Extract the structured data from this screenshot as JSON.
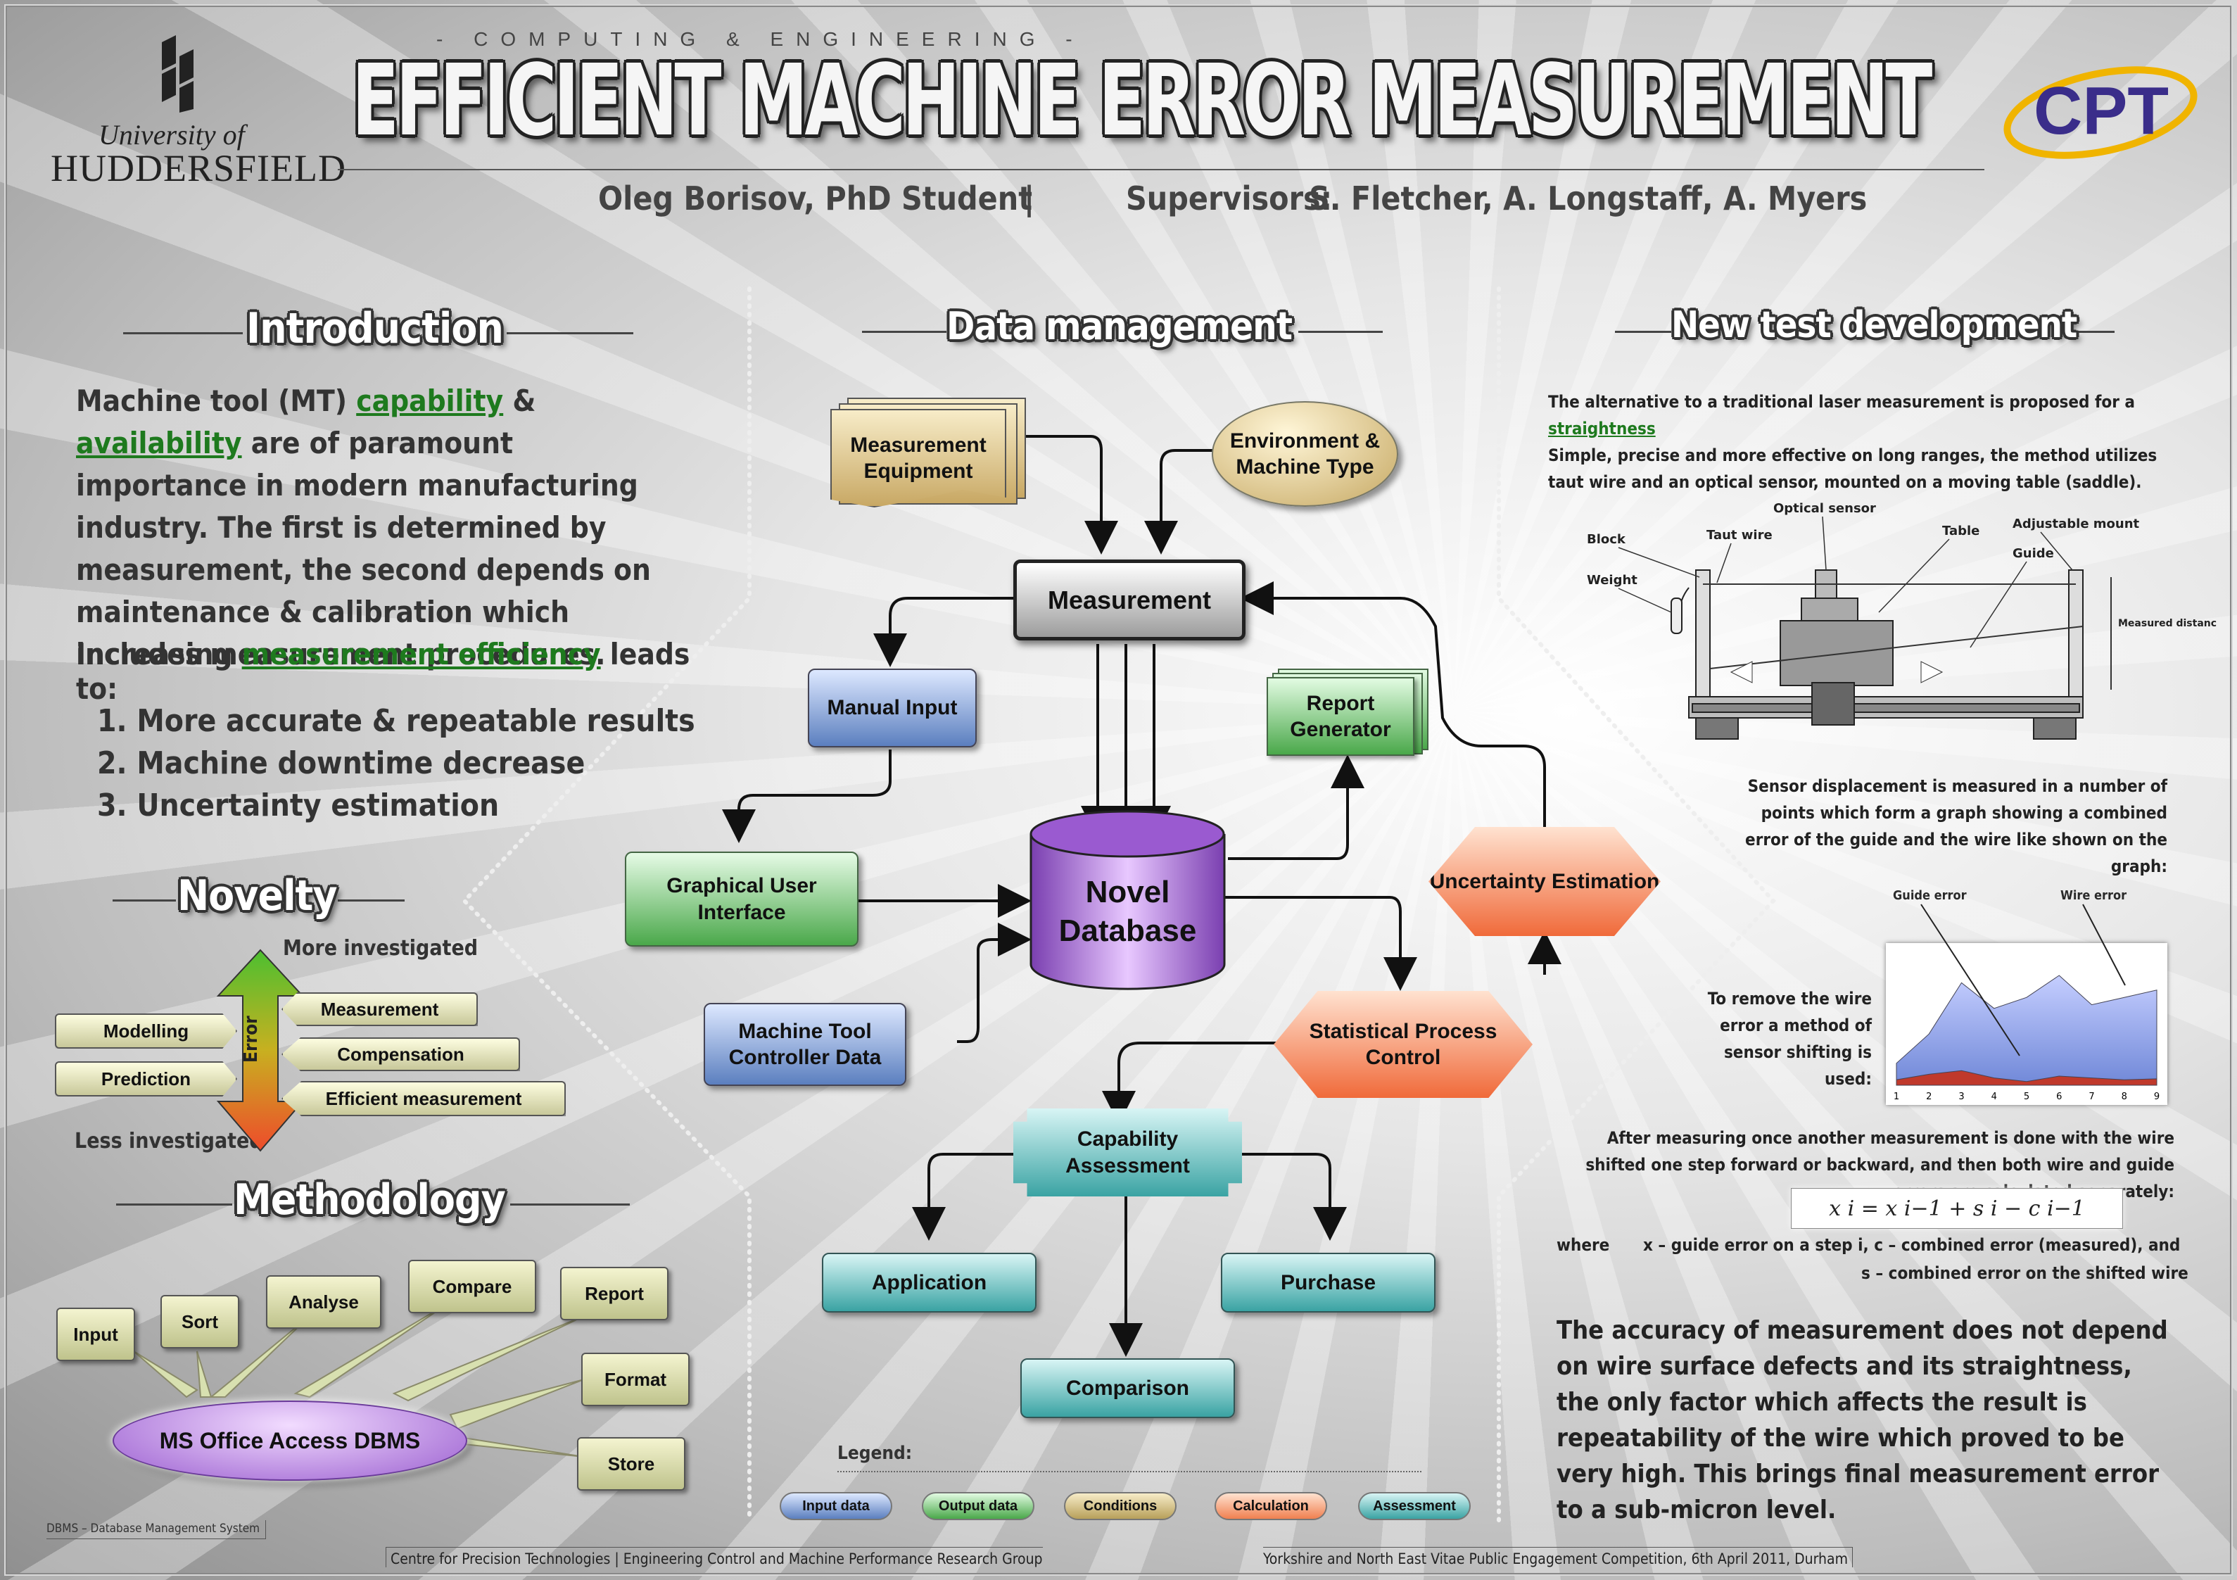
{
  "header": {
    "kicker": "- COMPUTING & ENGINEERING -",
    "title": "EFFICIENT MACHINE ERROR MEASUREMENT",
    "author": "Oleg Borisov, PhD Student",
    "separator": "|",
    "supervisors_label": "Supervisors:",
    "supervisors": "S. Fletcher, A. Longstaff, A. Myers",
    "uni_line1": "University of",
    "uni_line2": "HUDDERSFIELD",
    "cpt_logo": "CPT"
  },
  "introduction": {
    "title": "Introduction",
    "p1_a": "Machine tool  (MT) ",
    "p1_link1": "capability",
    "p1_b": " & ",
    "p1_link2": "availability",
    "p1_c": " are of paramount importance in modern manufacturing industry. The first is determined by measurement, the second depends on  maintenance & calibration which  includes  measurement  procedures.",
    "p2_a": "Increasing ",
    "p2_link": "measurement efficiency",
    "p2_b": " leads to:",
    "items": [
      "1.  More accurate & repeatable results",
      "2. Machine  downtime  decrease",
      "3. Uncertainty  estimation"
    ]
  },
  "novelty": {
    "title": "Novelty",
    "more": "More investigated",
    "less": "Less investigated",
    "axis": "Error",
    "left": [
      "Modelling",
      "Prediction"
    ],
    "right": [
      "Measurement",
      "Compensation",
      "Efficient measurement"
    ]
  },
  "methodology": {
    "title": "Methodology",
    "center": "MS Office Access DBMS",
    "nodes": [
      "Input",
      "Sort",
      "Analyse",
      "Compare",
      "Report",
      "Format",
      "Store"
    ],
    "footnote": "DBMS – Database Management System"
  },
  "data_management": {
    "title": "Data management",
    "nodes": {
      "equipment": "Measurement Equipment",
      "environment": "Environment & Machine Type",
      "measurement": "Measurement",
      "manual": "Manual Input",
      "report": "Report Generator",
      "gui": "Graphical User Interface",
      "database": "Novel Database",
      "uncertainty": "Uncertainty Estimation",
      "controller": "Machine Tool Controller Data",
      "spc": "Statistical Process Control",
      "capability": "Capability Assessment",
      "application": "Application",
      "purchase": "Purchase",
      "comparison": "Comparison"
    },
    "legend_label": "Legend:",
    "legend": [
      {
        "label": "Input data",
        "color": "#5b7fbf"
      },
      {
        "label": "Output data",
        "color": "#4aa84a"
      },
      {
        "label": "Conditions",
        "color": "#b8a05a"
      },
      {
        "label": "Calculation",
        "color": "#f08050"
      },
      {
        "label": "Assessment",
        "color": "#3aa3a3"
      }
    ]
  },
  "new_test": {
    "title": "New test development",
    "intro_a": "The alternative to a traditional laser measurement is proposed for a ",
    "intro_link": "straightness",
    "intro_b": "Simple,  precise and more effective on long ranges,  the method utilizes taut wire and an optical sensor, mounted on a moving table (saddle).",
    "diagram_labels": [
      "Optical sensor",
      "Block",
      "Taut wire",
      "Table",
      "Adjustable mount",
      "Guide",
      "Weight",
      "Measured distance"
    ],
    "sensor_text": "Sensor displacement is measured in a number of points which form a graph showing  a combined error of the guide and the wire like shown on the graph:",
    "graph_labels": [
      "Guide error",
      "Wire error"
    ],
    "remove_text": "To remove the wire error a method of sensor shifting is used:",
    "after_text": "After measuring  once  another  measurement  is  done  with  the  wire shifted one step forward or backward, and then both wire and guide errors are calculated separately:",
    "formula": "x i  =  x i−1  +  s i  −  c i−1",
    "where": "where",
    "def1": "x – guide error on a step i,   c – combined  error  (measured),  and",
    "def2": "s – combined error on the shifted wire",
    "conclusion": "The  accuracy  of  measurement  does  not  depend on wire surface defects and  its straightness, the only factor which affects the result is repeatability of the wire  which proved to be very high.  This  brings final measurement error to a sub-micron level."
  },
  "chart_data": {
    "type": "area",
    "x": [
      1,
      2,
      3,
      4,
      5,
      6,
      7,
      8,
      9
    ],
    "series": [
      {
        "name": "Guide error",
        "values": [
          0.3,
          0.6,
          0.8,
          0.4,
          0.2,
          0.5,
          0.4,
          0.3,
          0.35
        ],
        "color": "#c0392b"
      },
      {
        "name": "Wire error",
        "values": [
          1.2,
          2.8,
          5.6,
          4.2,
          4.8,
          6.0,
          4.4,
          4.8,
          5.2
        ],
        "color": "#8a9fe0"
      }
    ],
    "xlabel": "",
    "ylabel": "",
    "grid": false
  },
  "footer": {
    "left": "Centre for Precision Technologies  |  Engineering Control and Machine Performance Research Group",
    "right": "Yorkshire and North East Vitae Public Engagement Competition, 6th April 2011, Durham"
  }
}
